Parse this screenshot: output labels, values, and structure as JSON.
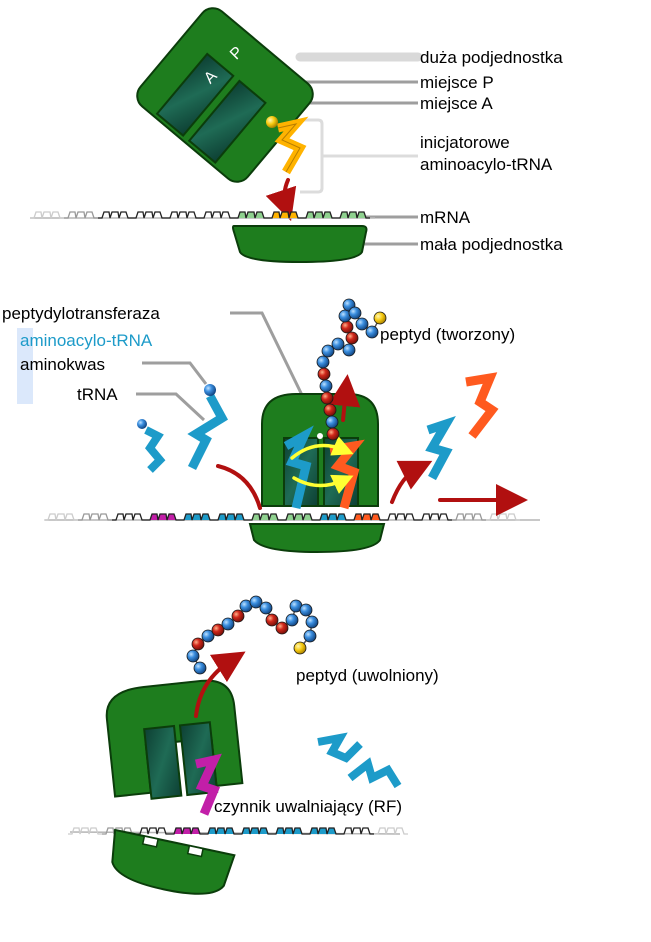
{
  "colors": {
    "ribosome_large": "#1e7d1e",
    "ribosome_small": "#1e7d1e",
    "site_dark": "#0f4d3a",
    "trna_blue": "#1d9bc9",
    "trna_orange": "#ff5a1f",
    "trna_yellow": "#ffb300",
    "release_factor": "#c21fa8",
    "amino_blue": "#3b8fe0",
    "amino_red": "#d1281b",
    "amino_yellow": "#f6c90e",
    "codon_green": "#8fd18f",
    "arrow_red": "#b11010",
    "arrow_yellow": "#ffff33",
    "label_blue": "#1d9bc9"
  },
  "stage1": {
    "site_letter_a": "A",
    "site_letter_p": "P",
    "label_large_subunit": "duża podjednostka",
    "label_p_site": "miejsce P",
    "label_a_site": "miejsce A",
    "label_initiator_line1": "inicjatorowe",
    "label_initiator_line2": "aminoacylo-tRNA",
    "label_mrna": "mRNA",
    "label_small_subunit": "mała podjednostka"
  },
  "stage2": {
    "label_peptidyltransferase": "peptydylotransferaza",
    "label_aminoacyl_trna": "aminoacylo-tRNA",
    "label_amino_acid": "aminokwas",
    "label_trna": "tRNA",
    "label_peptide_forming": "peptyd (tworzony)"
  },
  "stage3": {
    "label_peptide_released": "peptyd (uwolniony)",
    "label_release_factor": "czynnik uwalniający (RF)"
  }
}
